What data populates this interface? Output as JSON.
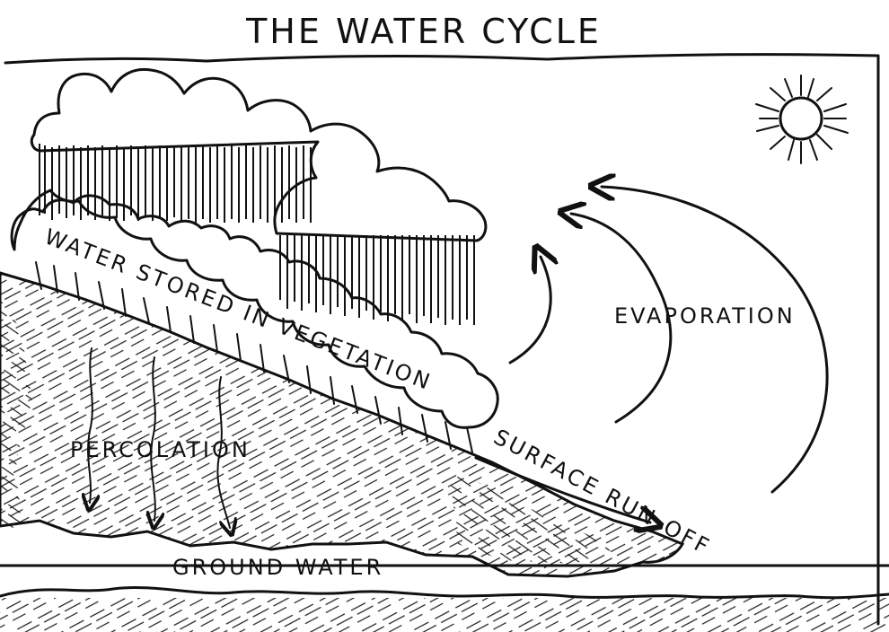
{
  "title": "THE WATER CYCLE",
  "labels": {
    "vegetation": "WATER STORED IN VEGETATION",
    "evaporation": "EVAPORATION",
    "percolation": "PERCOLATION",
    "surface_runoff": "SURFACE RUN-OFF",
    "ground_water": "GROUND WATER"
  }
}
